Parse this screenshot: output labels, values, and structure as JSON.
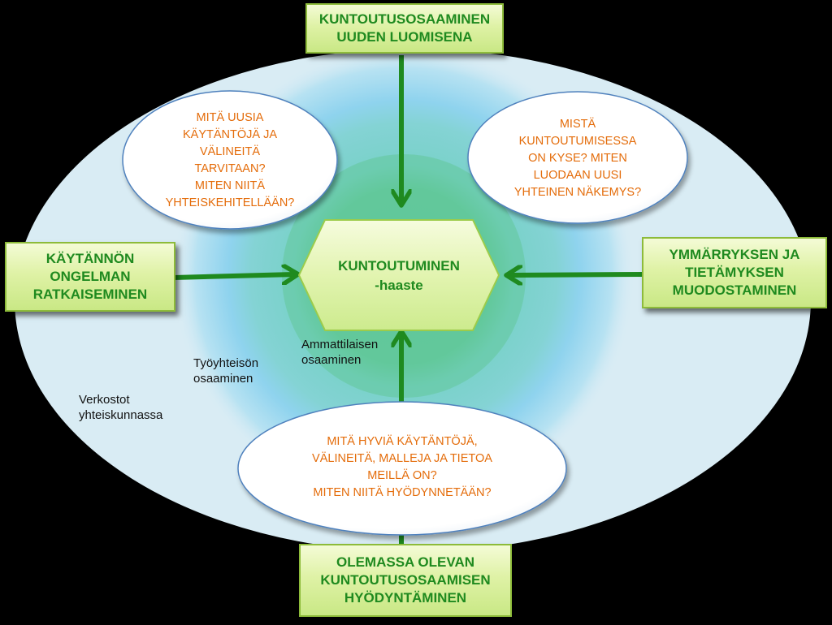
{
  "center": {
    "line1": "KUNTOUTUMINEN",
    "line2": "-haaste"
  },
  "boxes": {
    "top": {
      "line1": "KUNTOUTUSOSAAMINEN",
      "line2": "UUDEN LUOMISENA"
    },
    "left": {
      "line1": "KÄYTÄNNÖN",
      "line2": "ONGELMAN",
      "line3": "RATKAISEMINEN"
    },
    "right": {
      "line1": "YMMÄRRYKSEN JA",
      "line2": "TIETÄMYKSEN",
      "line3": "MUODOSTAMINEN"
    },
    "bottom": {
      "line1": "OLEMASSA OLEVAN",
      "line2": "KUNTOUTUSOSAAMISEN",
      "line3": "HYÖDYNTÄMINEN"
    }
  },
  "bubbles": {
    "top_left": [
      "MITÄ UUSIA",
      "KÄYTÄNTÖJÄ JA",
      "VÄLINEITÄ",
      "TARVITAAN?",
      "MITEN NIITÄ",
      "YHTEISKEHITELLÄÄN?"
    ],
    "top_right": [
      "MISTÄ",
      "KUNTOUTUMISESSA",
      "ON KYSE? MITEN",
      "LUODAAN UUSI",
      "YHTEINEN NÄKEMYS?"
    ],
    "bottom": [
      "MITÄ HYVIÄ KÄYTÄNTÖJÄ,",
      "VÄLINEITÄ, MALLEJA JA TIETOA",
      "MEILLÄ ON?",
      "MITEN NIITÄ HYÖDYNNETÄÄN?"
    ]
  },
  "rings": {
    "professional": {
      "line1": "Ammattilaisen",
      "line2": "osaaminen"
    },
    "workplace": {
      "line1": "Työyhteisön",
      "line2": "osaaminen"
    },
    "networks": {
      "line1": "Verkostot",
      "line2": "yhteiskunnassa"
    }
  },
  "colors": {
    "background": "#000000",
    "outer_ellipse": "#d9ecf4",
    "blue_ring": "#8fd3ee",
    "teal_ring": "#79d1c9",
    "green_core": "#5fc69a",
    "arrow": "#1f8a1f",
    "box_text": "#1f8a1f",
    "question_text": "#e46c0a",
    "box_border": "#8dbb3a",
    "bubble_border": "#4f81bd"
  }
}
